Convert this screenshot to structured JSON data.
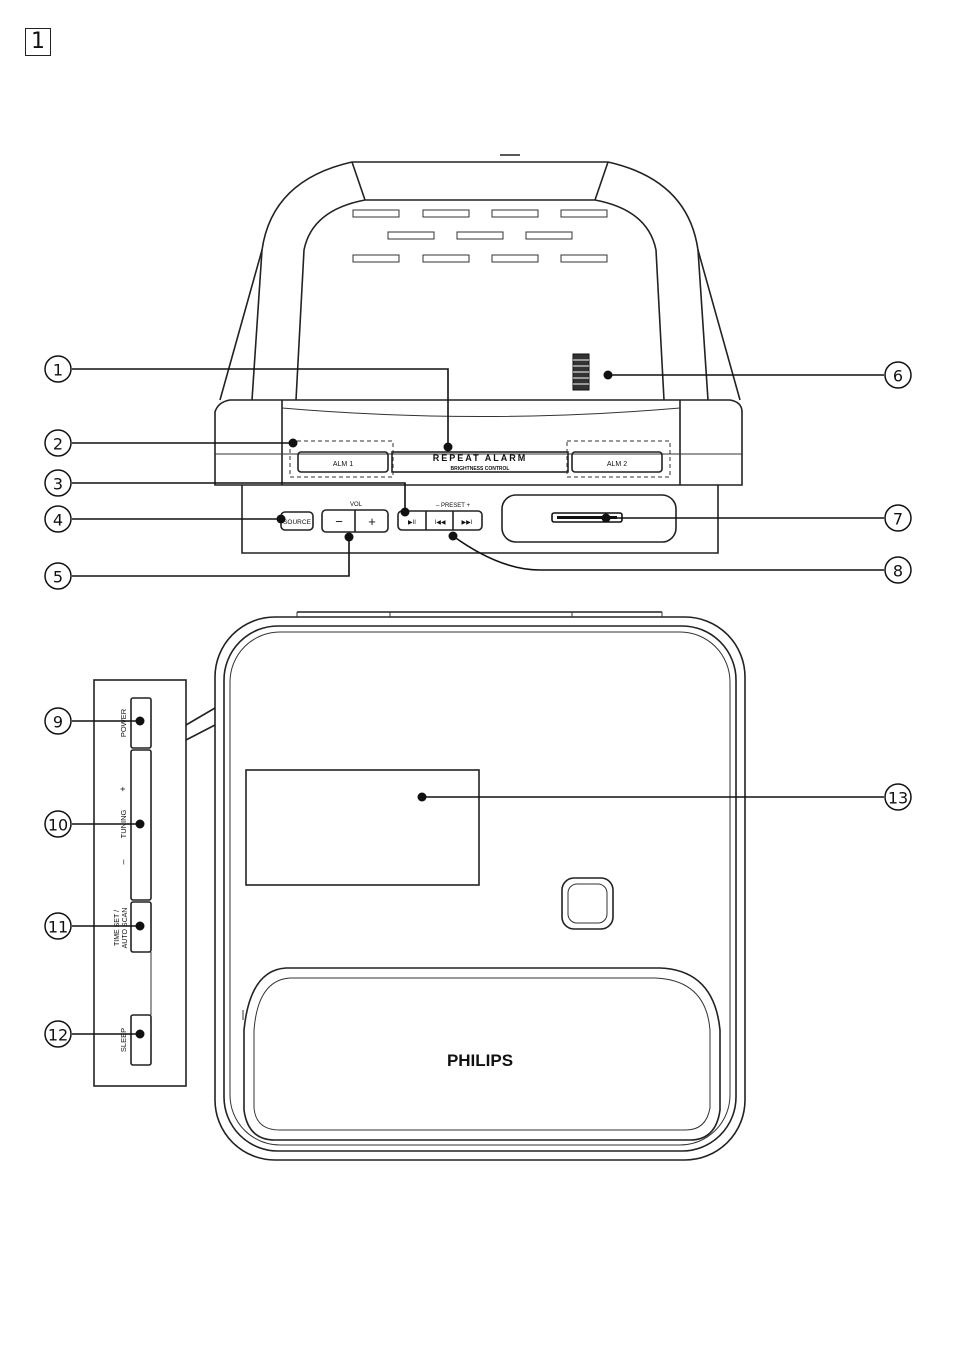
{
  "page_number": "1",
  "labels": {
    "repeat_alarm": "REPEAT ALARM",
    "brightness_control": "BRIGHTNESS CONTROL",
    "alm1": "ALM 1",
    "alm2": "ALM 2",
    "source": "SOURCE",
    "vol": "VOL",
    "vol_minus": "−",
    "vol_plus": "+",
    "preset": "–  PRESET  +",
    "play_pause": "▶II",
    "prev": "I◀◀",
    "next": "▶▶I",
    "power": "POWER",
    "tuning": "TUNING",
    "tuning_plus": "+",
    "tuning_minus": "–",
    "time_set": "TIME SET /",
    "auto_scan": "AUTO SCAN",
    "sleep": "SLEEP",
    "brand": "PHILIPS"
  },
  "callouts": [
    "1",
    "2",
    "3",
    "4",
    "5",
    "6",
    "7",
    "8",
    "9",
    "10",
    "11",
    "12",
    "13"
  ]
}
